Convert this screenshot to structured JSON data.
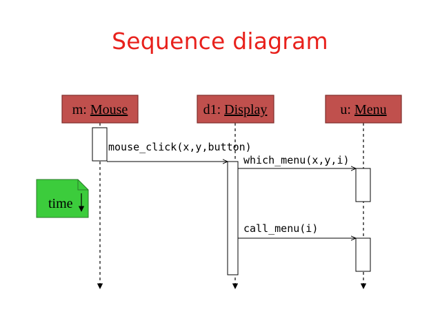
{
  "title": "Sequence diagram",
  "colors": {
    "title": "#e8211c",
    "object_fill": "#c0504d",
    "object_border": "#7f2d2b",
    "note_fill": "#3ccc3c",
    "note_border": "#2a7a2a",
    "line": "#000000"
  },
  "objects": [
    {
      "name": "m",
      "cls": "Mouse"
    },
    {
      "name": "d1",
      "cls": "Display"
    },
    {
      "name": "u",
      "cls": "Menu"
    }
  ],
  "messages": [
    {
      "label": "mouse_click(x,y,button)",
      "from": "m",
      "to": "d1"
    },
    {
      "label": "which_menu(x,y,i)",
      "from": "d1",
      "to": "u"
    },
    {
      "label": "call_menu(i)",
      "from": "d1",
      "to": "u"
    }
  ],
  "note": {
    "label": "time"
  }
}
